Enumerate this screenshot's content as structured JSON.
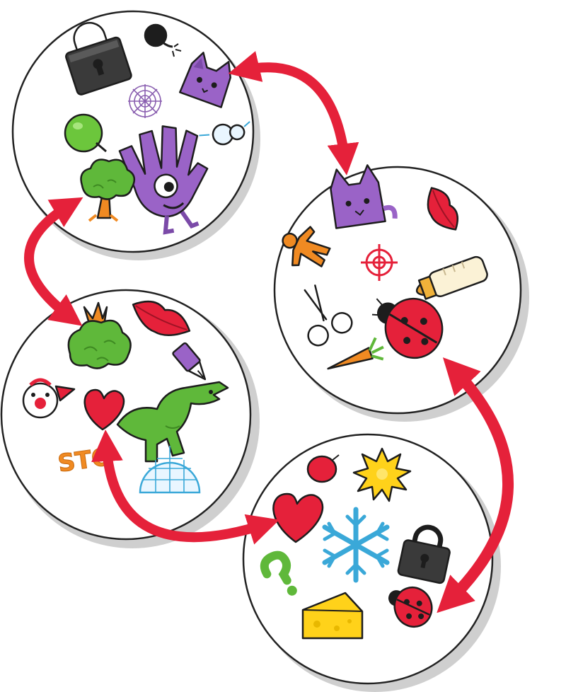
{
  "colors": {
    "arrow": "#e5213a",
    "card": "#ffffff",
    "shadow": "#cfcfcf"
  },
  "cards": [
    {
      "id": "top-left",
      "symbols": [
        "padlock-icon",
        "bomb-icon",
        "cat-icon",
        "spider-web-icon",
        "apple-icon",
        "snowman-icon",
        "hand-monster-icon",
        "tree-icon"
      ]
    },
    {
      "id": "right",
      "symbols": [
        "cat-icon",
        "lips-icon",
        "gingerbread-man-icon",
        "target-icon",
        "baby-bottle-icon",
        "scissors-icon",
        "ladybug-icon",
        "carrot-icon"
      ]
    },
    {
      "id": "left",
      "symbols": [
        "tree-icon",
        "lips-icon",
        "pen-icon",
        "clown-icon",
        "heart-icon",
        "dinosaur-icon",
        "stop-sign-icon",
        "igloo-icon"
      ]
    },
    {
      "id": "bottom",
      "symbols": [
        "balloon-icon",
        "sun-icon",
        "heart-icon",
        "snowflake-icon",
        "padlock-icon",
        "question-mark-icon",
        "cheese-icon",
        "ladybug-icon"
      ]
    }
  ],
  "matches": [
    {
      "symbol": "cat-icon",
      "from": "top-left",
      "to": "right"
    },
    {
      "symbol": "tree-icon",
      "from": "top-left",
      "to": "left"
    },
    {
      "symbol": "heart-icon",
      "from": "left",
      "to": "bottom"
    },
    {
      "symbol": "ladybug-icon",
      "from": "right",
      "to": "bottom"
    }
  ],
  "labels": {
    "stop_sign": "STO"
  }
}
